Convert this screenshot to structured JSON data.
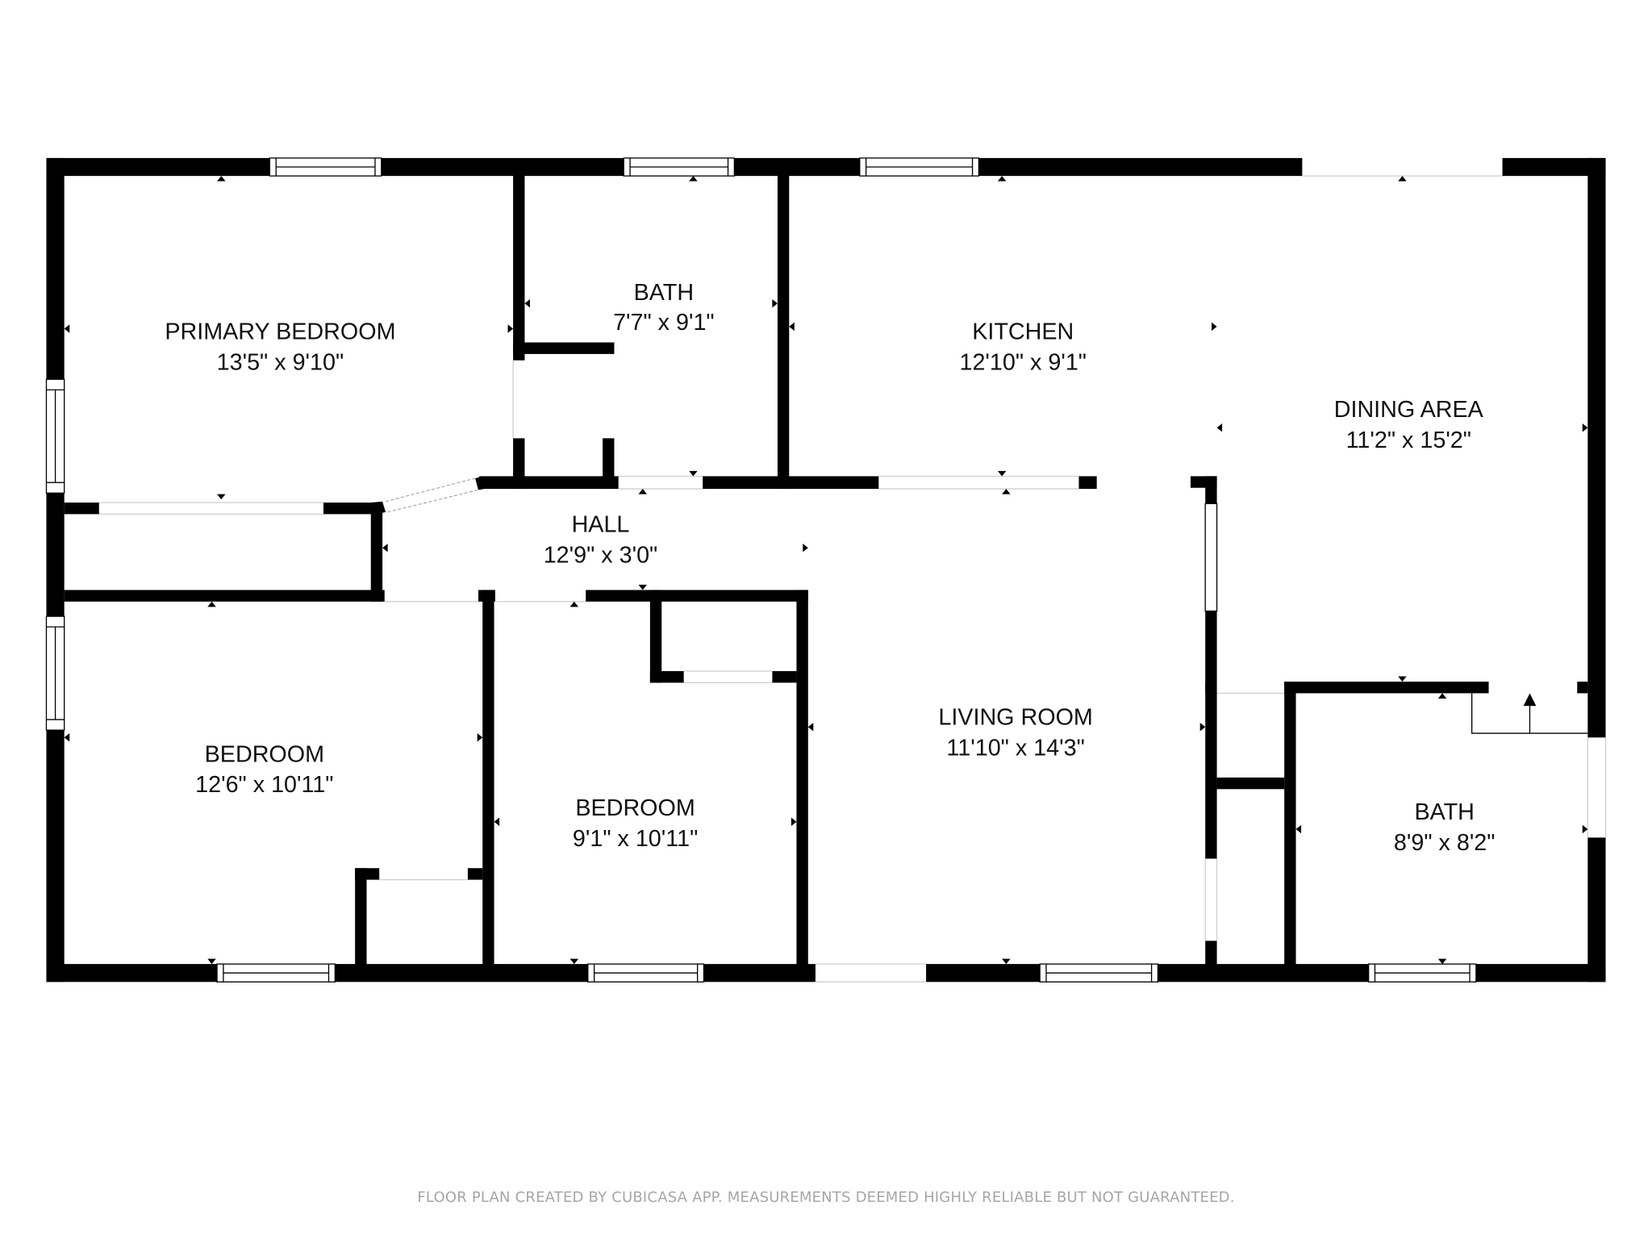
{
  "plan": {
    "rooms": [
      {
        "id": "primary-bedroom",
        "name": "PRIMARY BEDROOM",
        "dimensions": "13'5\" x 9'10\""
      },
      {
        "id": "bath-1",
        "name": "BATH",
        "dimensions": "7'7\" x 9'1\""
      },
      {
        "id": "kitchen",
        "name": "KITCHEN",
        "dimensions": "12'10\" x 9'1\""
      },
      {
        "id": "dining-area",
        "name": "DINING AREA",
        "dimensions": "11'2\" x 15'2\""
      },
      {
        "id": "hall",
        "name": "HALL",
        "dimensions": "12'9\" x 3'0\""
      },
      {
        "id": "bedroom-1",
        "name": "BEDROOM",
        "dimensions": "12'6\" x 10'11\""
      },
      {
        "id": "bedroom-2",
        "name": "BEDROOM",
        "dimensions": "9'1\" x 10'11\""
      },
      {
        "id": "living-room",
        "name": "LIVING ROOM",
        "dimensions": "11'10\" x 14'3\""
      },
      {
        "id": "bath-2",
        "name": "BATH",
        "dimensions": "8'9\" x 8'2\""
      }
    ],
    "colors": {
      "wall": "#000000",
      "background": "#ffffff",
      "footer_text": "#a6a6a6"
    }
  },
  "footer": {
    "disclaimer": "FLOOR PLAN CREATED BY CUBICASA APP. MEASUREMENTS DEEMED HIGHLY RELIABLE BUT NOT GUARANTEED."
  }
}
